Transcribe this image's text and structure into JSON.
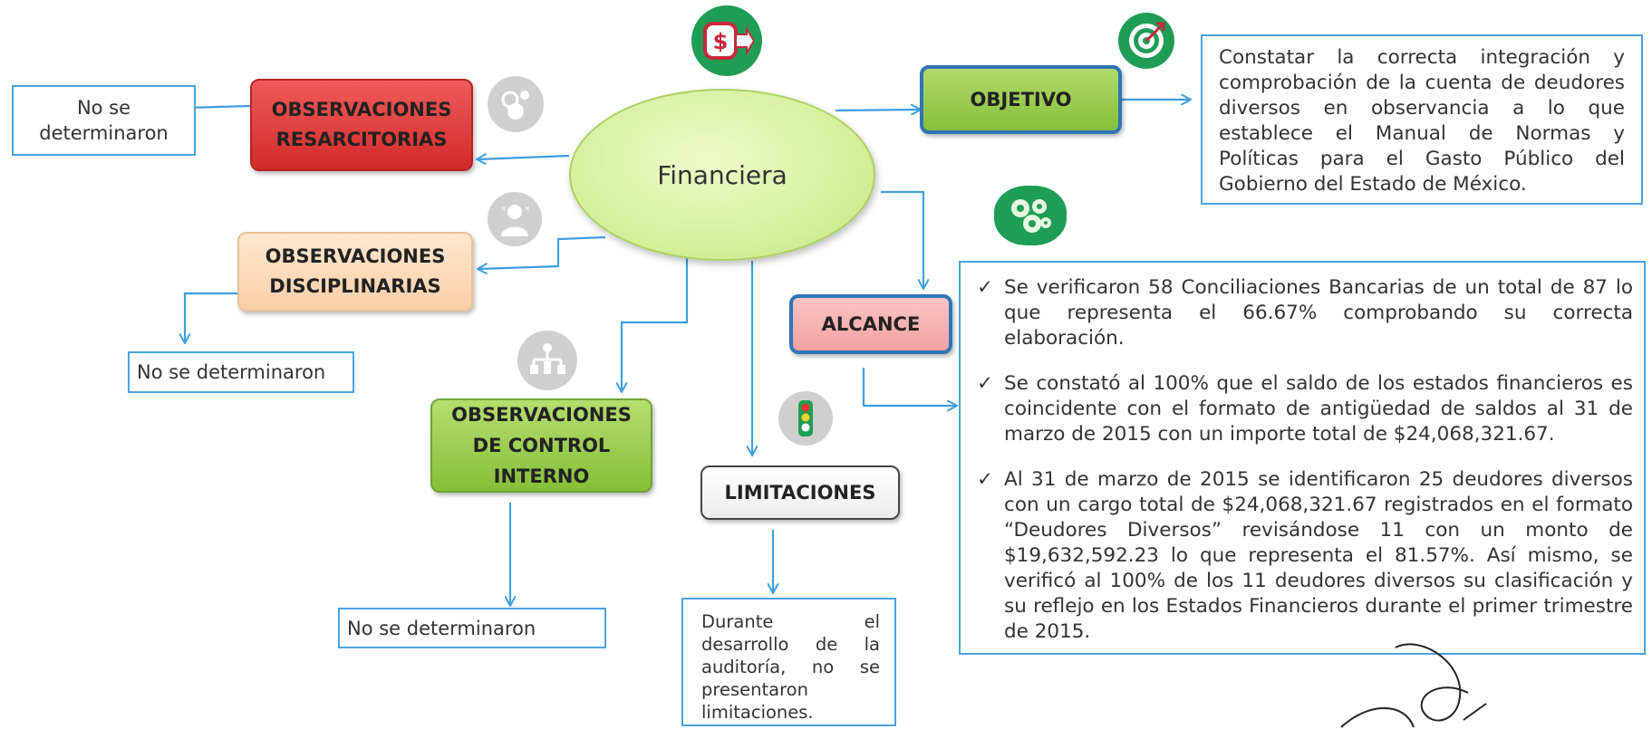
{
  "center": {
    "label": "Financiera"
  },
  "nodes": {
    "resarcitorias": "OBSERVACIONES\nRESARCITORIAS",
    "disciplinarias": "OBSERVACIONES\nDISCIPLINARIAS",
    "control_interno": "OBSERVACIONES\nDE CONTROL\nINTERNO",
    "limitaciones": "LIMITACIONES",
    "objetivo": "OBJETIVO",
    "alcance": "ALCANCE"
  },
  "boxes": {
    "resarcitorias": "No se\ndeterminaron",
    "disciplinarias": "No se determinaron",
    "control_interno": "No se determinaron",
    "limitaciones": "Durante el desarrollo de la auditoría, no se presentaron limitaciones.",
    "objetivo": "Constatar la correcta integración y comprobación de la cuenta de deudores diversos en observancia a lo que establece el Manual de Normas y Políticas para el Gasto Público del Gobierno del Estado de México."
  },
  "alcance_items": [
    "Se verificaron 58 Conciliaciones Bancarias de un total de 87 lo que representa el 66.67% comprobando su correcta elaboración.",
    "Se constató al 100% que el saldo de los estados financieros es coincidente con el formato de antigüedad de saldos al 31 de marzo de 2015 con un importe total de $24,068,321.67.",
    "Al 31 de marzo de 2015 se identificaron 25 deudores diversos con un cargo total de $24,068,321.67 registrados en el formato “Deudores Diversos” revisándose 11 con un monto de $19,632,592.23 lo que representa el 81.57%. Así mismo, se verificó al 100% de los 11 deudores diversos su clasificación y su reflejo en los Estados Financieros durante el primer trimestre de 2015."
  ],
  "check_mark": "✓",
  "icons": {
    "money_hand": "money-hand-icon",
    "target": "target-icon",
    "gears": "gears-icon",
    "magnifier": "magnifier-person-icon",
    "person": "person-icon",
    "org_chart": "org-chart-icon",
    "traffic_light": "traffic-light-icon"
  },
  "colors": {
    "arrow": "#3f9fe0",
    "red_node": "#dd3b3b",
    "green_node": "#8cc43f",
    "peach_node": "#fcd9b6",
    "pink_node": "#f7b1b1",
    "center_fill": "#dcf2a4",
    "box_border": "#4aa3df"
  }
}
